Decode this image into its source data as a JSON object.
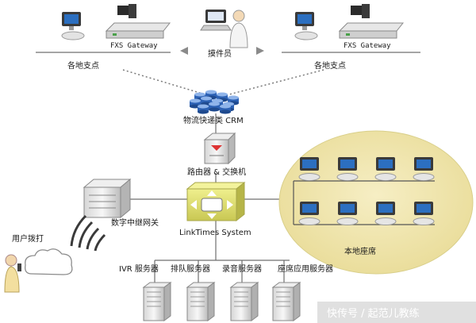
{
  "labels": {
    "branch_left": "各地支点",
    "branch_right": "各地支点",
    "gateway_left": "FXS Gateway",
    "gateway_right": "FXS Gateway",
    "operator": "摸件员",
    "crm": "物流快递类 CRM",
    "router": "路由器 & 交换机",
    "trunk_gateway": "数字中继网关",
    "core": "LinkTimes System",
    "local_seats": "本地座席",
    "user_dial": "用户拨打",
    "ivr_server": "IVR 服务器",
    "queue_server": "排队服务器",
    "record_server": "录音服务器",
    "seat_app_server": "座席应用服务器"
  },
  "watermark": "快传号 / 起范儿教练",
  "colors": {
    "line": "#6f6f6f",
    "dotted": "#7a7a7a",
    "seat_zone": "#efe6ae",
    "core_box": "#dfe07a",
    "monitor_blue": "#2c6fc0"
  }
}
